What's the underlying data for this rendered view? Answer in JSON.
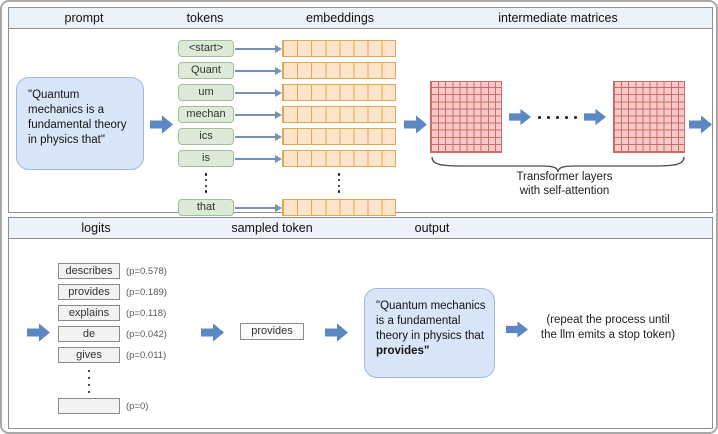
{
  "top": {
    "headers": [
      "prompt",
      "tokens",
      "embeddings",
      "intermediate matrices"
    ],
    "prompt_text": "\"Quantum mechanics is a fundamental theory in physics that\"",
    "tokens": [
      "<start>",
      "Quant",
      "um",
      "mechan",
      "ics",
      "is",
      "that"
    ],
    "embedding_cells_per_row": 8,
    "matrix_grid_size": "10x10",
    "transformer_label_line1": "Transformer layers",
    "transformer_label_line2": "with self-attention"
  },
  "bottom": {
    "headers": [
      "logits",
      "sampled token",
      "output"
    ],
    "logits": [
      {
        "token": "describes",
        "p": "(p=0.578)"
      },
      {
        "token": "provides",
        "p": "(p=0.189)"
      },
      {
        "token": "explains",
        "p": "(p=0.118)"
      },
      {
        "token": "de",
        "p": "(p=0.042)"
      },
      {
        "token": "gives",
        "p": "(p=0.011)"
      }
    ],
    "logit_empty_p": "(p=0)",
    "sampled_token": "provides",
    "output_prefix": "\"Quantum mechanics is a fundamental theory in physics that ",
    "output_bold": "provides",
    "output_suffix": "\"",
    "repeat_note_line1": "(repeat the process until",
    "repeat_note_line2": "the llm emits a stop token)"
  },
  "colors": {
    "arrow_blue": "#5b87c3",
    "token_green_fill": "#dcead7",
    "token_green_border": "#a2bf97",
    "embedding_orange_fill": "#fce5cb",
    "embedding_orange_border": "#dfa953",
    "matrix_red_fill": "#f6caca",
    "matrix_red_border": "#cd6b65",
    "bubble_blue_fill": "#d9e5f8",
    "bubble_blue_border": "#a3b8da",
    "header_bar_bg": "#edf1f8"
  }
}
